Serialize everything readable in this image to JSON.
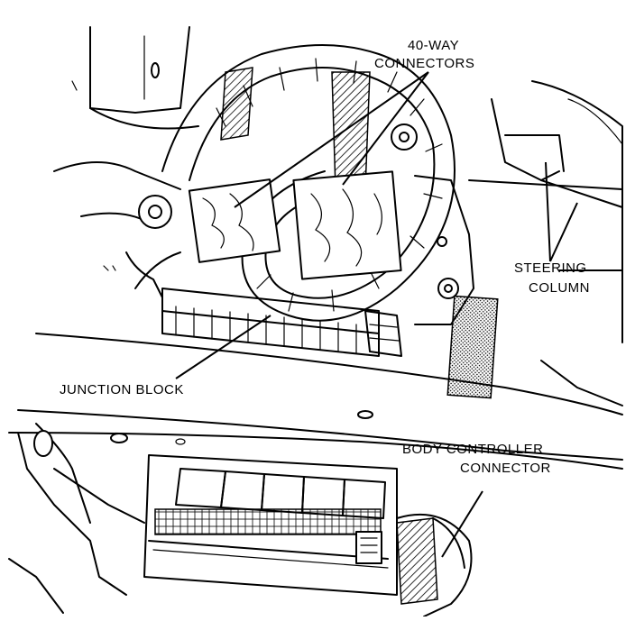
{
  "labels": {
    "connectors_line1": "40-WAY",
    "connectors_line2": "CONNECTORS",
    "steering_line1": "STEERING",
    "steering_line2": "COLUMN",
    "junction_block": "JUNCTION BLOCK",
    "body_controller_line1": "BODY CONTROLLER",
    "body_controller_line2": "CONNECTOR"
  },
  "colors": {
    "ink": "#000000",
    "paper": "#ffffff"
  }
}
